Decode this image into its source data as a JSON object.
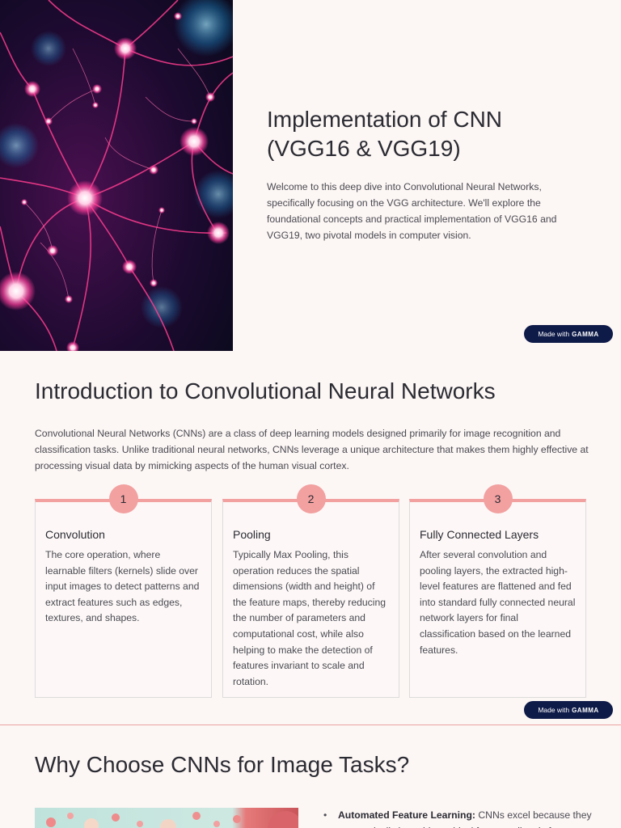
{
  "slide1": {
    "title_line1": "Implementation of CNN",
    "title_line2": "(VGG16 & VGG19)",
    "body": "Welcome to this deep dive into Convolutional Neural Networks, specifically focusing on the VGG architecture. We'll explore the foundational concepts and practical implementation of VGG16 and VGG19, two pivotal models in computer vision.",
    "badge_prefix": "Made with",
    "badge_brand": "GAMMA"
  },
  "slide2": {
    "title": "Introduction to Convolutional Neural Networks",
    "intro": "Convolutional Neural Networks (CNNs) are a class of deep learning models designed primarily for image recognition and classification tasks. Unlike traditional neural networks, CNNs leverage a unique architecture that makes them highly effective at processing visual data by mimicking aspects of the human visual cortex.",
    "cards": [
      {
        "number": "1",
        "title": "Convolution",
        "body": "The core operation, where learnable filters (kernels) slide over input images to detect patterns and extract features such as edges, textures, and shapes."
      },
      {
        "number": "2",
        "title": "Pooling",
        "body": "Typically Max Pooling, this operation reduces the spatial dimensions (width and height) of the feature maps, thereby reducing the number of parameters and computational cost, while also helping to make the detection of features invariant to scale and rotation."
      },
      {
        "number": "3",
        "title": "Fully Connected Layers",
        "body": "After several convolution and pooling layers, the extracted high-level features are flattened and fed into standard fully connected neural network layers for final classification based on the learned features."
      }
    ],
    "badge_prefix": "Made with",
    "badge_brand": "GAMMA"
  },
  "slide3": {
    "title": "Why Choose CNNs for Image Tasks?",
    "bullet_marker": "•",
    "bullet1_bold": "Automated Feature Learning:",
    "bullet1_text": " CNNs excel because they automatically learn hierarchical features directly from raw"
  },
  "colors": {
    "background": "#fcf6f4",
    "accent": "#f2a0a0",
    "badge": "#0e1a48",
    "title": "#2b2b33"
  },
  "icons": [
    "neuron-network-image",
    "cells-image"
  ]
}
